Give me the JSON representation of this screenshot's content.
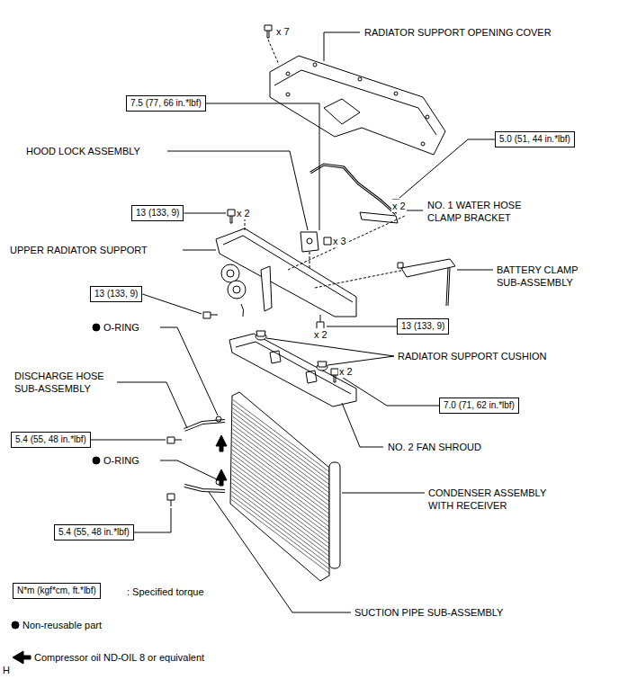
{
  "diagram": {
    "nodes": [
      {
        "text": [
          "7.5 (77, 66 in.*lbf)"
        ]
      },
      {
        "text": [
          "5.0 (51, 44 in.*lbf)"
        ]
      },
      {
        "text": [
          "13 (133, 9)"
        ]
      },
      {
        "text": [
          "13 (133, 9)"
        ]
      },
      {
        "text": [
          "13 (133, 9)"
        ]
      },
      {
        "text": [
          "7.0 (71, 62 in.*lbf)"
        ]
      },
      {
        "text": [
          "5.4 (55, 48 in.*lbf)"
        ]
      },
      {
        "text": [
          "5.4 (55, 48 in.*lbf)"
        ]
      },
      {
        "text": [
          "N*m (kgf*cm, ft.*lbf)"
        ]
      }
    ],
    "labels": [
      "x 7",
      "RADIATOR SUPPORT OPENING COVER",
      "HOOD LOCK ASSEMBLY",
      "x 2",
      "NO. 1 WATER HOSE CLAMP BRACKET",
      "x 2",
      "x 3",
      "UPPER RADIATOR SUPPORT",
      "BATTERY CLAMP SUB-ASSEMBLY",
      "O-RING",
      "x 2",
      "RADIATOR SUPPORT CUSHION",
      "x 2",
      "DISCHARGE HOSE SUB-ASSEMBLY",
      "NO. 2 FAN SHROUD",
      "O-RING",
      "CONDENSER ASSEMBLY WITH RECEIVER",
      "SUCTION PIPE SUB-ASSEMBLY",
      "H"
    ],
    "legend": [
      {
        "text": ": Specified torque"
      },
      {
        "text": "Non-reusable part"
      },
      {
        "text": "Compressor oil ND-OIL 8 or equivalent"
      }
    ]
  }
}
